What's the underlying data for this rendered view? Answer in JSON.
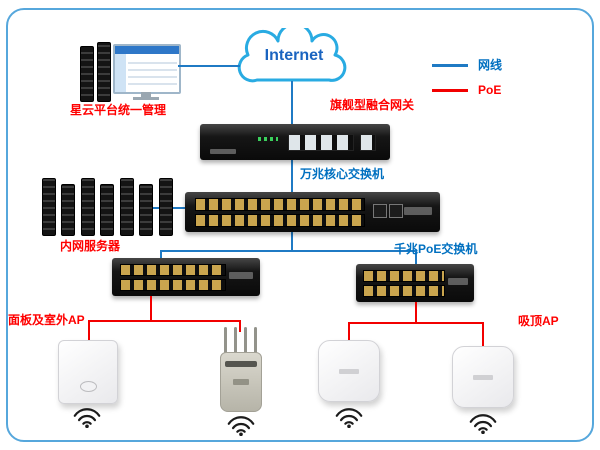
{
  "internet": "Internet",
  "legend": {
    "cable": "网线",
    "poe": "PoE"
  },
  "labels": {
    "management": "星云平台统一管理",
    "gateway": "旗舰型融合网关",
    "core_switch": "万兆核心交换机",
    "servers": "内网服务器",
    "poe_switch": "千兆PoE交换机",
    "panel_outdoor_ap": "面板及室外AP",
    "ceiling_ap": "吸顶AP"
  },
  "colors": {
    "frame_border": "#56a7dc",
    "cloud_stroke": "#29abe2",
    "internet_text": "#1a64c0",
    "cable_line": "#1f7ac4",
    "poe_line": "#f20000",
    "label_red": "#ff0000",
    "label_blue": "#0070c0"
  }
}
